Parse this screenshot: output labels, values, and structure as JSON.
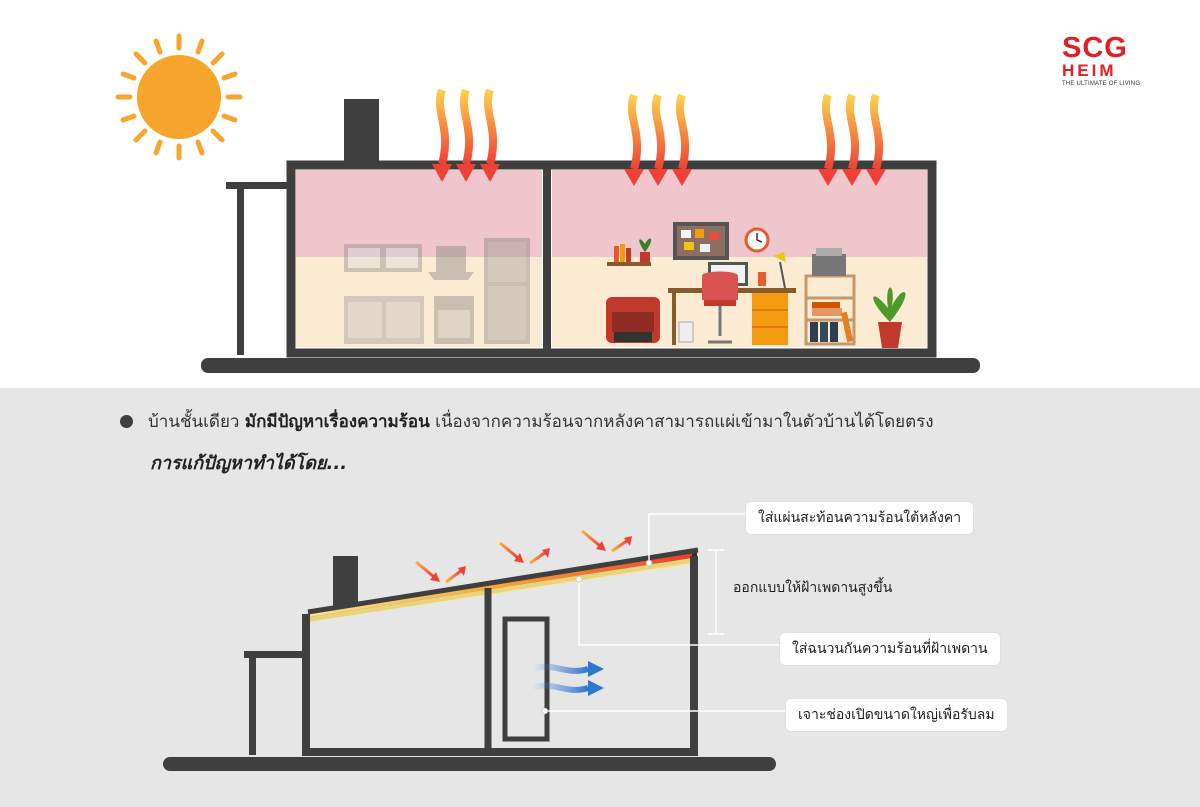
{
  "logo": {
    "brand": "SCG",
    "sub": "HEIM",
    "tagline": "THE ULTIMATE OF LIVING"
  },
  "description": {
    "part1": "บ้านชั้นเดียว ",
    "bold": "มักมีปัญหาเรื่องความร้อน",
    "part2": " เนื่องจากความร้อนจากหลังคาสามารถแผ่เข้ามาในตัวบ้านได้โดยตรง",
    "solution_intro": "การแก้ปัญหาทำได้โดย..."
  },
  "solutions": {
    "reflective_sheet": "ใส่แผ่นสะท้อนความร้อนใต้หลังคา",
    "high_ceiling": "ออกแบบให้ฝ้าเพดานสูงขึ้น",
    "ceiling_insulation": "ใส่ฉนวนกันความร้อนที่ฝ้าเพดาน",
    "large_openings": "เจาะช่องเปิดขนาดใหญ่เพื่อรับลม"
  },
  "colors": {
    "brand_red": "#e31e24",
    "sun": "#f7a52c",
    "heat_arrow_top": "#fbb040",
    "heat_arrow_bottom": "#ef4136",
    "wall": "#3f3f3f",
    "hot_zone": "#efc6cc",
    "interior": "#fcebd3",
    "wind": "#3b7fd1"
  },
  "icons": [
    "sun-icon",
    "heat-arrow-icon",
    "wind-arrow-icon",
    "bullet-icon"
  ]
}
